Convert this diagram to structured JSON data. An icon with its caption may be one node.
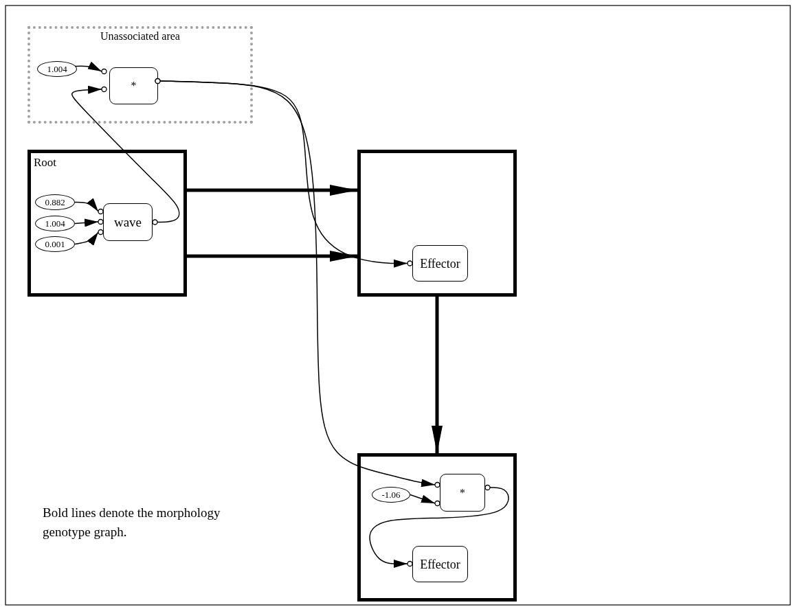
{
  "diagram": {
    "nodes": [
      {
        "text": [
          "Unassociated area"
        ]
      },
      {
        "text": [
          "1.004"
        ],
        "in": 0
      },
      {
        "text": [
          "*"
        ],
        "in": 0
      },
      {
        "text": [
          "Root"
        ]
      },
      {
        "text": [
          "0.882"
        ],
        "in": 3
      },
      {
        "text": [
          "1.004"
        ],
        "in": 3
      },
      {
        "text": [
          "0.001"
        ],
        "in": 3
      },
      {
        "text": [
          "wave"
        ],
        "in": 3
      },
      {
        "text": [],
        "shape": "box"
      },
      {
        "text": [
          "Effector"
        ],
        "in": 8
      },
      {
        "text": [],
        "shape": "box"
      },
      {
        "text": [
          "-1.06"
        ],
        "in": 10
      },
      {
        "text": [
          "*"
        ],
        "in": 10
      },
      {
        "text": [
          "Effector"
        ],
        "in": 10
      }
    ],
    "edges": [
      {
        "from": 1,
        "to": 2,
        "arrow": "to"
      },
      {
        "from": 7,
        "to": 2,
        "arrow": "to"
      },
      {
        "from": 2,
        "to": 9,
        "arrow": "to"
      },
      {
        "from": 2,
        "to": 12,
        "arrow": "to"
      },
      {
        "from": 3,
        "to": 8,
        "arrow": "to",
        "style": "thick"
      },
      {
        "from": 3,
        "to": 8,
        "arrow": "to",
        "style": "thick"
      },
      {
        "from": 8,
        "to": 10,
        "arrow": "to",
        "style": "thick"
      },
      {
        "from": 4,
        "to": 7,
        "arrow": "to"
      },
      {
        "from": 5,
        "to": 7,
        "arrow": "to"
      },
      {
        "from": 6,
        "to": 7,
        "arrow": "to"
      },
      {
        "from": 11,
        "to": 12,
        "arrow": "to"
      },
      {
        "from": 12,
        "to": 13,
        "arrow": "to"
      }
    ],
    "labels": [
      "Bold lines denote the morphology genotype graph."
    ]
  }
}
